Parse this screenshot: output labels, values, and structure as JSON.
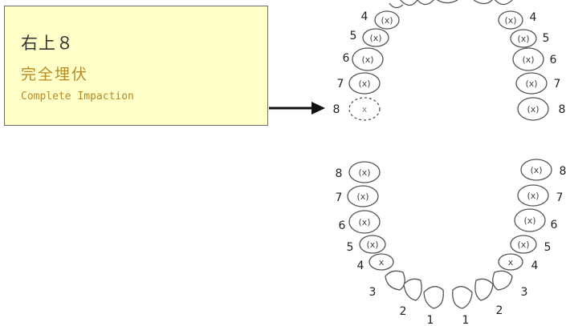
{
  "info_box": {
    "title": "右上８",
    "subtitle": "完全埋伏",
    "english": "Complete Impaction"
  },
  "upper_right_numbers": [
    "4",
    "5",
    "6",
    "7",
    "8"
  ],
  "upper_left_numbers": [
    "4",
    "5",
    "6",
    "7",
    "8"
  ],
  "lower_right_numbers": [
    "8",
    "7",
    "6",
    "5",
    "4",
    "3",
    "2",
    "1"
  ],
  "lower_left_numbers": [
    "8",
    "7",
    "6",
    "5",
    "4",
    "3",
    "2",
    "1"
  ],
  "colors": {
    "box_background": "#ffffc8",
    "box_border": "#6e6e6e",
    "accent_text": "#b88a24",
    "arrow": "#111111"
  },
  "icons": {
    "arrow": "right-arrow-icon"
  }
}
